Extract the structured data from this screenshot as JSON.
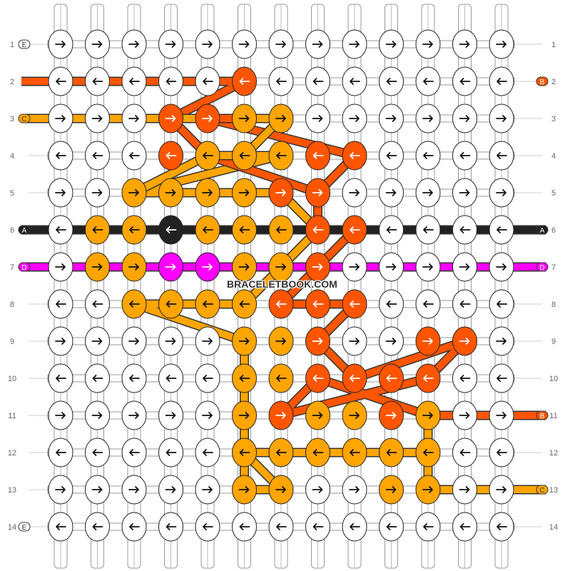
{
  "watermark": "BRACELETBOOK.COM",
  "colors": {
    "A": "#222222",
    "B": "#ff5500",
    "C": "#ffa500",
    "D": "#ff00ff",
    "E": "#ffffff"
  },
  "columns": 13,
  "row_numbers": [
    1,
    2,
    3,
    4,
    5,
    6,
    7,
    8,
    9,
    10,
    11,
    12,
    13,
    14
  ],
  "row_labels": {
    "left": {
      "1": "E",
      "3": "C",
      "6": "A",
      "7": "D",
      "14": "E"
    },
    "right": {
      "2": "B",
      "6": "A",
      "7": "D",
      "11": "B",
      "13": "C"
    }
  },
  "rows": [
    {
      "dir": "R",
      "c": "EEEEEEEEEEEEE"
    },
    {
      "dir": "L",
      "c": "EEEEEBEEEEEEE"
    },
    {
      "dir": "R",
      "c": "EEEBBCCEEEEEE"
    },
    {
      "dir": "L",
      "c": "EEEBCCCBBEEEE"
    },
    {
      "dir": "R",
      "c": "EECCCCBBEEEEE"
    },
    {
      "dir": "L",
      "c": "ECCACCCBBEEEE"
    },
    {
      "dir": "R",
      "c": "ECCDDCCBEEEEE"
    },
    {
      "dir": "L",
      "c": "EECCCCBBBEEEE"
    },
    {
      "dir": "R",
      "c": "EEEEECCBEEBBE"
    },
    {
      "dir": "L",
      "c": "EEEEECCBBBBEE"
    },
    {
      "dir": "R",
      "c": "EEEEECBCCBCEE"
    },
    {
      "dir": "L",
      "c": "EEEEECCCCCCEE"
    },
    {
      "dir": "R",
      "c": "EEEEECCEECCEE"
    },
    {
      "dir": "L",
      "c": "EEEEEEEEEEEEE"
    }
  ],
  "threads": [
    {
      "c": "B",
      "pts": [
        [
          -1,
          2
        ],
        [
          6,
          2
        ],
        [
          4,
          3
        ],
        [
          5,
          3
        ],
        [
          9,
          4
        ],
        [
          8,
          5
        ],
        [
          8,
          6
        ],
        [
          9,
          6
        ],
        [
          8,
          7
        ],
        [
          7,
          8
        ],
        [
          9,
          8
        ],
        [
          8,
          9
        ],
        [
          9,
          10
        ],
        [
          12,
          9
        ],
        [
          11,
          10
        ],
        [
          7,
          11
        ],
        [
          8,
          10
        ],
        [
          11,
          11
        ],
        [
          14,
          11
        ]
      ]
    },
    {
      "c": "C",
      "pts": [
        [
          -1,
          3
        ],
        [
          7,
          3
        ],
        [
          6,
          4
        ],
        [
          7,
          4
        ],
        [
          3,
          5
        ],
        [
          7,
          5
        ],
        [
          8,
          6
        ],
        [
          7,
          7
        ],
        [
          6,
          8
        ],
        [
          3,
          8
        ],
        [
          6,
          9
        ],
        [
          6,
          13
        ],
        [
          7,
          13
        ],
        [
          6,
          12
        ],
        [
          11,
          12
        ],
        [
          11,
          11
        ],
        [
          11,
          13
        ],
        [
          14,
          13
        ]
      ]
    },
    {
      "c": "A",
      "pts": [
        [
          -1,
          6
        ],
        [
          14,
          6
        ]
      ]
    },
    {
      "c": "D",
      "pts": [
        [
          -1,
          7
        ],
        [
          14,
          7
        ]
      ]
    },
    {
      "c": "B",
      "pts": [
        [
          4,
          3
        ],
        [
          5,
          4
        ],
        [
          8,
          5
        ]
      ]
    },
    {
      "c": "B",
      "pts": [
        [
          5,
          3
        ],
        [
          6,
          3
        ]
      ]
    },
    {
      "c": "C",
      "pts": [
        [
          3,
          5
        ],
        [
          5,
          4
        ],
        [
          6,
          4
        ]
      ]
    }
  ]
}
